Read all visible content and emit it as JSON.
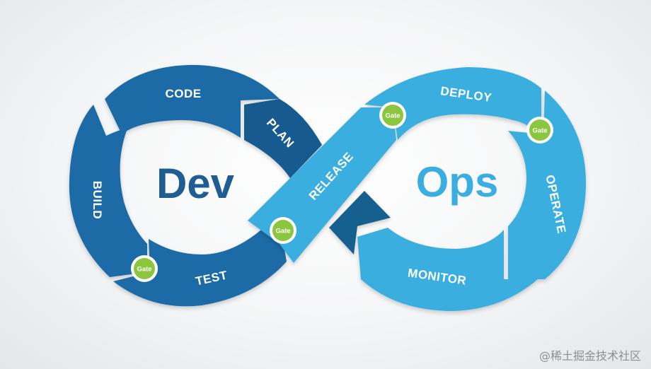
{
  "diagram": {
    "left_label": "Dev",
    "right_label": "Ops",
    "stages": {
      "code": "CODE",
      "plan": "PLAN",
      "build": "BUILD",
      "test": "TEST",
      "release": "RELEASE",
      "deploy": "DEPLOY",
      "operate": "OPERATE",
      "monitor": "MONITOR"
    },
    "gate_label": "Gate",
    "colors": {
      "dev": "#1f6aa6",
      "dev_dark": "#175a8f",
      "ops": "#3aaee0",
      "ops_dark": "#2891c4",
      "gate": "#8cc63e",
      "text_dev": "#1f5d93",
      "text_ops": "#3aaee0"
    }
  },
  "watermark": "@稀土掘金技术社区"
}
